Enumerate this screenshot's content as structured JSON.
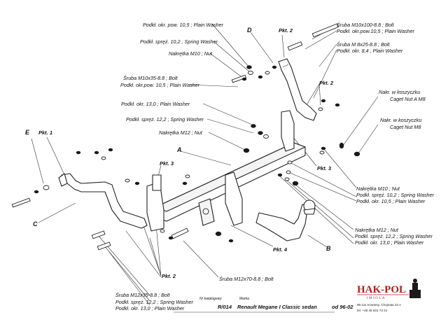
{
  "labels": {
    "nut_m10_top": "Nakrętka M10 ; Nut",
    "washer_105_top": "Podkł. okr. pow. 10,5 ; Plain Washer",
    "spring_102_top": "Podkł. spręż. 10,2 ; Spring Washer",
    "bolt_m10x35": "Śruba M10x35-8.8 ; Bolt",
    "washer_105_mid": "Podkł. okr.pow. 10,5 ; Plain Washer",
    "washer_130_mid": "Podkł. okr. 13,0 ; Plain Washer",
    "spring_122_mid": "Podkł. spręż. 12,2 ; Spring Washer",
    "nut_m12_mid": "Nakrętka M12 ; Nut",
    "bolt_m10x100": "Śruba M10x100-8.8 ; Bolt",
    "washer_105_tr": "Podkł. okr.pow.10,5 ; Plain Washer",
    "bolt_m8x25": "Śruba M 8x25-8.8 ; Bolt",
    "washer_84": "Podkł. okr. 8,4 ; Plain Washer",
    "caget_a_1": "Nakr. w koszyczku",
    "caget_a_2": "Caget Nut A M8",
    "caget_b_1": "Nakr. w koszyczku",
    "caget_b_2": "Caget Nut M8",
    "nut_m10_r": "Nakrętka M10 ; Nut",
    "spring_102_r": "Podkł. spręż. 10,2 ; Spring Washer",
    "washer_105_r": "Podkł. okr. 10,5 ; Plain Washer",
    "nut_m12_r": "Nakrętka M12 ; Nut",
    "spring_122_r": "Podkł. spręż. 12,2 ; Spring Washer",
    "washer_130_r": "Podkł. okr. 13,0 ; Plain Washer",
    "bolt_m12x70": "Śruba M12x70-8.8 ; Bolt",
    "bolt_m12x35": "Śruba M12x35-8.8 ; Bolt",
    "spring_122_bl": "Podkł. spręż. 12,2 ; Spring Washer",
    "washer_130_bl": "Podkł. okr. 13,0 ; Plain Washer"
  },
  "callouts": {
    "pkt1": "Pkt. 1",
    "pkt2_top": "Pkt. 2",
    "pkt2_right": "Pkt. 2",
    "pkt2_bottom": "Pkt. 2",
    "pkt3_left": "Pkt. 3",
    "pkt3_right": "Pkt. 3",
    "pkt4": "Pkt. 4"
  },
  "letters": {
    "a": "A",
    "b": "B",
    "c": "C",
    "d": "D",
    "e": "E"
  },
  "title_block": {
    "catalog_label": "Nr katalogowy",
    "catalog_value": "R/014",
    "brand_label": "Marka",
    "vehicle": "Renault Megane I Classic sedan",
    "date": "od 96-02"
  },
  "logo": {
    "name": "HAK-POL",
    "subtitle": "IMIOLA",
    "address": "96-111 Kowiesy, Chojnata 23 A",
    "phone": "tel. +48 46 831 73 31"
  },
  "colors": {
    "logo_red": "#b01f1f",
    "ink": "#222222",
    "background": "#ffffff"
  }
}
